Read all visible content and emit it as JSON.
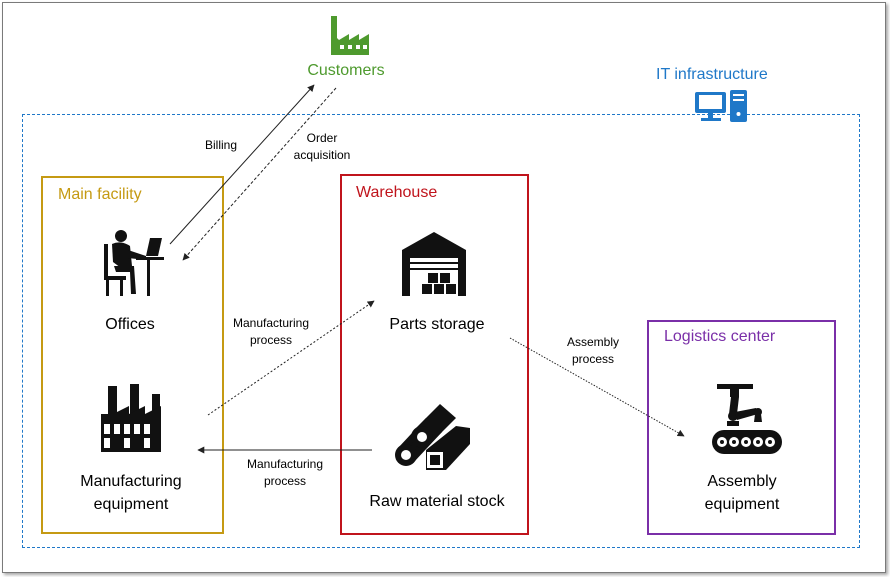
{
  "colors": {
    "customers": "#4e9a2e",
    "it": "#1f78c8",
    "main_facility": "#c59a13",
    "warehouse": "#c0141c",
    "logistics": "#7a2fa8",
    "arrow": "#222222"
  },
  "customers": {
    "label": "Customers",
    "icon": "factory-icon"
  },
  "it_infrastructure": {
    "label": "IT infrastructure",
    "icon": "computer-icon"
  },
  "main_facility": {
    "title": "Main facility",
    "offices": {
      "label": "Offices",
      "icon": "office-worker-icon"
    },
    "manufacturing": {
      "line1": "Manufacturing",
      "line2": "equipment",
      "icon": "factory-equipment-icon"
    }
  },
  "warehouse": {
    "title": "Warehouse",
    "parts": {
      "label": "Parts storage",
      "icon": "warehouse-icon"
    },
    "raw": {
      "label": "Raw material stock",
      "icon": "raw-material-icon"
    }
  },
  "logistics": {
    "title": "Logistics center",
    "assembly": {
      "line1": "Assembly",
      "line2": "equipment",
      "icon": "robot-arm-icon"
    }
  },
  "flows": {
    "billing": "Billing",
    "order_line1": "Order",
    "order_line2": "acquisition",
    "mfg1_line1": "Manufacturing",
    "mfg1_line2": "process",
    "mfg2_line1": "Manufacturing",
    "mfg2_line2": "process",
    "assembly_line1": "Assembly",
    "assembly_line2": "process"
  }
}
